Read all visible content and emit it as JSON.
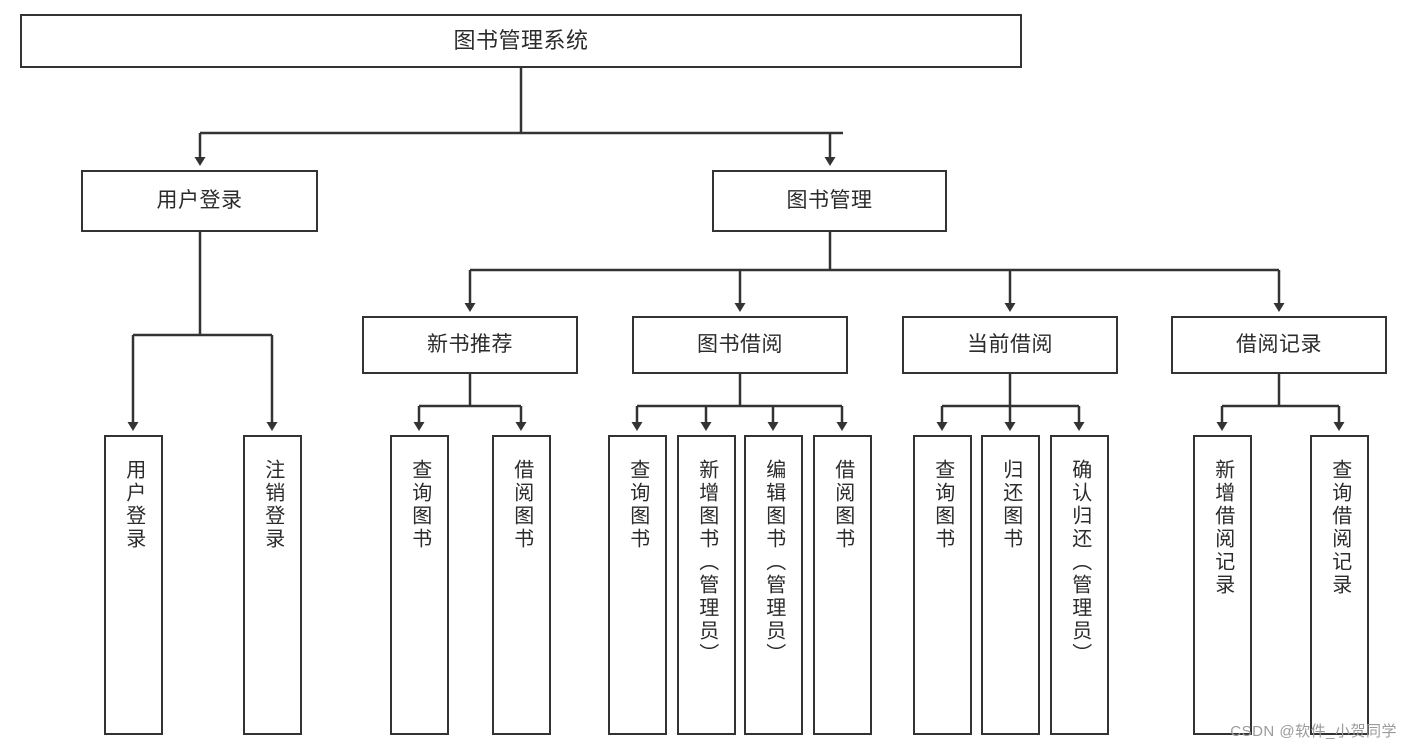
{
  "diagram": {
    "title": "图书管理系统",
    "type": "tree-hierarchy-diagram",
    "colors": {
      "box_border": "#333333",
      "box_fill": "#ffffff",
      "text": "#2b2b2b",
      "connector": "#333333",
      "watermark": "#9a9a9a"
    },
    "root": {
      "label": "图书管理系统"
    },
    "level2": [
      {
        "label": "用户登录"
      },
      {
        "label": "图书管理"
      }
    ],
    "level3": [
      {
        "label": "新书推荐"
      },
      {
        "label": "图书借阅"
      },
      {
        "label": "当前借阅"
      },
      {
        "label": "借阅记录"
      }
    ],
    "leaves": {
      "user_login": [
        {
          "label": "用户登录"
        },
        {
          "label": "注销登录"
        }
      ],
      "new_book_recommend": [
        {
          "label": "查询图书"
        },
        {
          "label": "借阅图书"
        }
      ],
      "book_borrow": [
        {
          "label": "查询图书"
        },
        {
          "label": "新增图书（管理员）"
        },
        {
          "label": "编辑图书（管理员）"
        },
        {
          "label": "借阅图书"
        }
      ],
      "current_borrow": [
        {
          "label": "查询图书"
        },
        {
          "label": "归还图书"
        },
        {
          "label": "确认归还（管理员）"
        }
      ],
      "borrow_record": [
        {
          "label": "新增借阅记录"
        },
        {
          "label": "查询借阅记录"
        }
      ]
    }
  },
  "watermark": {
    "text": "CSDN @软件_小贺同学"
  }
}
